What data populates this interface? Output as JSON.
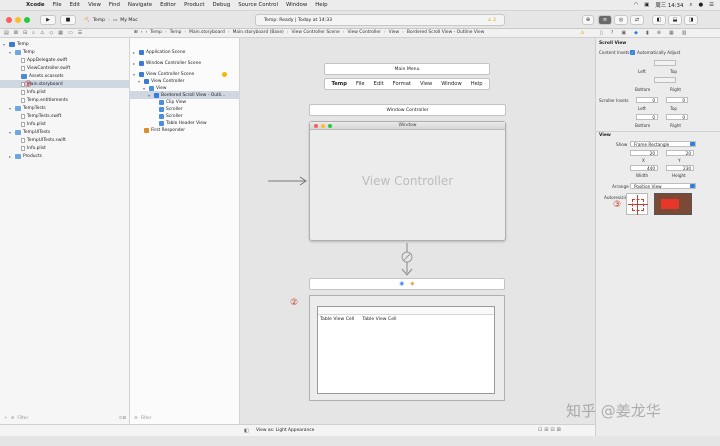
{
  "menubar": {
    "app_name": "Xcode",
    "items": [
      "File",
      "Edit",
      "View",
      "Find",
      "Navigate",
      "Editor",
      "Product",
      "Debug",
      "Source Control",
      "Window",
      "Help"
    ],
    "clock": "周三 14:34"
  },
  "toolbar": {
    "scheme": "Temp",
    "destination": "My Mac",
    "status": "Temp: Ready | Today at 14:33",
    "warning_count": "2"
  },
  "jumpbar": {
    "crumbs": [
      "Temp",
      "Temp",
      "Main.storyboard",
      "Main.storyboard (Base)",
      "View Controller Scene",
      "View Controller",
      "View",
      "Bordered Scroll View - Outline View"
    ]
  },
  "navigator": {
    "rows": [
      {
        "label": "Temp",
        "indent": 0,
        "kind": "project",
        "open": true
      },
      {
        "label": "Temp",
        "indent": 1,
        "kind": "folder",
        "open": true
      },
      {
        "label": "AppDelegate.swift",
        "indent": 2,
        "kind": "file"
      },
      {
        "label": "ViewController.swift",
        "indent": 2,
        "kind": "file"
      },
      {
        "label": "Assets.xcassets",
        "indent": 2,
        "kind": "asset"
      },
      {
        "label": "Main.storyboard",
        "indent": 2,
        "kind": "file",
        "selected": true
      },
      {
        "label": "Info.plist",
        "indent": 2,
        "kind": "file"
      },
      {
        "label": "Temp.entitlements",
        "indent": 2,
        "kind": "file"
      },
      {
        "label": "TempTests",
        "indent": 1,
        "kind": "folder",
        "open": true
      },
      {
        "label": "TempTests.swift",
        "indent": 2,
        "kind": "file"
      },
      {
        "label": "Info.plist",
        "indent": 2,
        "kind": "file"
      },
      {
        "label": "TempUITests",
        "indent": 1,
        "kind": "folder",
        "open": true
      },
      {
        "label": "TempUITests.swift",
        "indent": 2,
        "kind": "file"
      },
      {
        "label": "Info.plist",
        "indent": 2,
        "kind": "file"
      },
      {
        "label": "Products",
        "indent": 1,
        "kind": "folder",
        "open": false
      }
    ],
    "filter_placeholder": "Filter"
  },
  "outline": {
    "rows": [
      {
        "label": "Application Scene",
        "indent": 0
      },
      {
        "label": "Window Controller Scene",
        "indent": 0
      },
      {
        "label": "View Controller Scene",
        "indent": 0
      },
      {
        "label": "View Controller",
        "indent": 1
      },
      {
        "label": "View",
        "indent": 2
      },
      {
        "label": "Bordered Scroll View - Outli...",
        "indent": 3,
        "selected": true
      },
      {
        "label": "Clip View",
        "indent": 4
      },
      {
        "label": "Scroller",
        "indent": 4
      },
      {
        "label": "Scroller",
        "indent": 4
      },
      {
        "label": "Table Header View",
        "indent": 4
      },
      {
        "label": "First Responder",
        "indent": 1
      }
    ],
    "filter_placeholder": "Filter"
  },
  "canvas": {
    "main_menu_title": "Main Menu",
    "menu_items": [
      "Temp",
      "File",
      "Edit",
      "Format",
      "View",
      "Window",
      "Help"
    ],
    "window_controller_title": "Window Controller",
    "window_title": "Window",
    "view_controller_label": "View Controller",
    "table_cells": [
      "Table View Cell",
      "Table View Cell"
    ],
    "annotation_2": "②"
  },
  "navigator_annotation": "①",
  "inspector": {
    "section_scroll": "Scroll View",
    "content_insets_label": "Content Insets",
    "auto_adjust_label": "Automatically Adjust",
    "left_label": "Left",
    "top_label": "Top",
    "bottom_label": "Bottom",
    "right_label": "Right",
    "scroller_insets_label": "Scroller Insets",
    "scroller_values": [
      "0",
      "0",
      "0",
      "0"
    ],
    "section_view": "View",
    "show_label": "Show",
    "show_value": "Frame Rectangle",
    "x_value": "20",
    "y_value": "20",
    "x_label": "X",
    "y_label": "Y",
    "width_value": "440",
    "height_value": "230",
    "width_label": "Width",
    "height_label": "Height",
    "arrange_label": "Arrange",
    "arrange_value": "Position View",
    "autoresizing_label": "Autoresizing",
    "annotation_3": "③"
  },
  "statusbar": {
    "view_as": "View as: Light Appearance"
  },
  "watermark": "知乎 @姜龙华"
}
